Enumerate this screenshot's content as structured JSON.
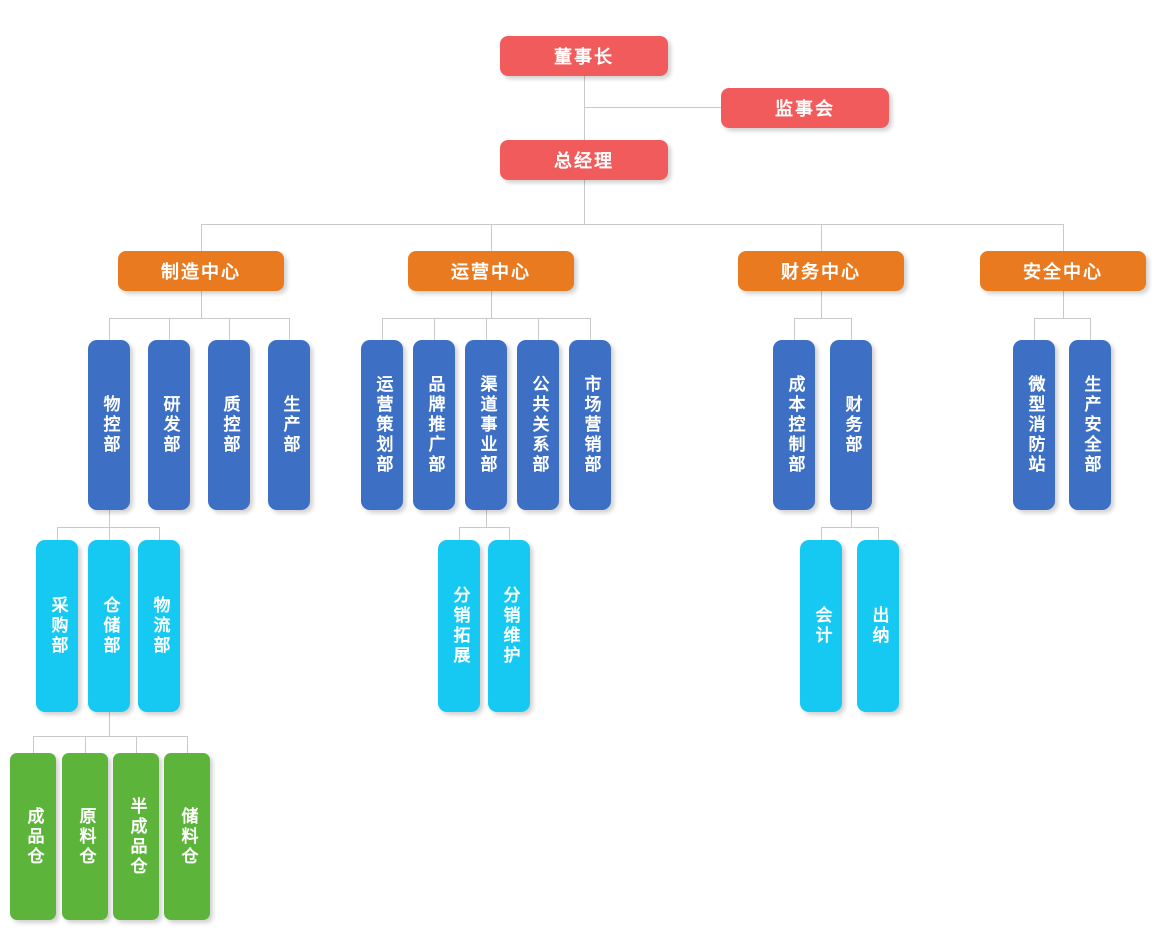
{
  "palette": {
    "executive_red": "#f25b5b",
    "center_orange": "#e97a1f",
    "department_blue": "#3d6fc5",
    "section_cyan": "#15c9f3",
    "warehouse_green": "#5db43a",
    "connector_gray": "#c9c9c9",
    "node_text": "#ffffff",
    "background": "#ffffff"
  },
  "org": {
    "chairman": "董事长",
    "supervisory_board": "监事会",
    "general_manager": "总经理",
    "centers": [
      "制造中心",
      "运营中心",
      "财务中心",
      "安全中心"
    ],
    "manufacturing_departments": [
      "物控部",
      "研发部",
      "质控部",
      "生产部"
    ],
    "operations_departments": [
      "运营策划部",
      "品牌推广部",
      "渠道事业部",
      "公共关系部",
      "市场营销部"
    ],
    "finance_departments": [
      "成本控制部",
      "财务部"
    ],
    "safety_departments": [
      "微型消防站",
      "生产安全部"
    ],
    "material_control_sections": [
      "采购部",
      "仓储部",
      "物流部"
    ],
    "channel_sections": [
      "分销拓展",
      "分销维护"
    ],
    "finance_sections": [
      "会计",
      "出纳"
    ],
    "warehouse_sections": [
      "成品仓",
      "原料仓",
      "半成品仓",
      "储料仓"
    ]
  }
}
